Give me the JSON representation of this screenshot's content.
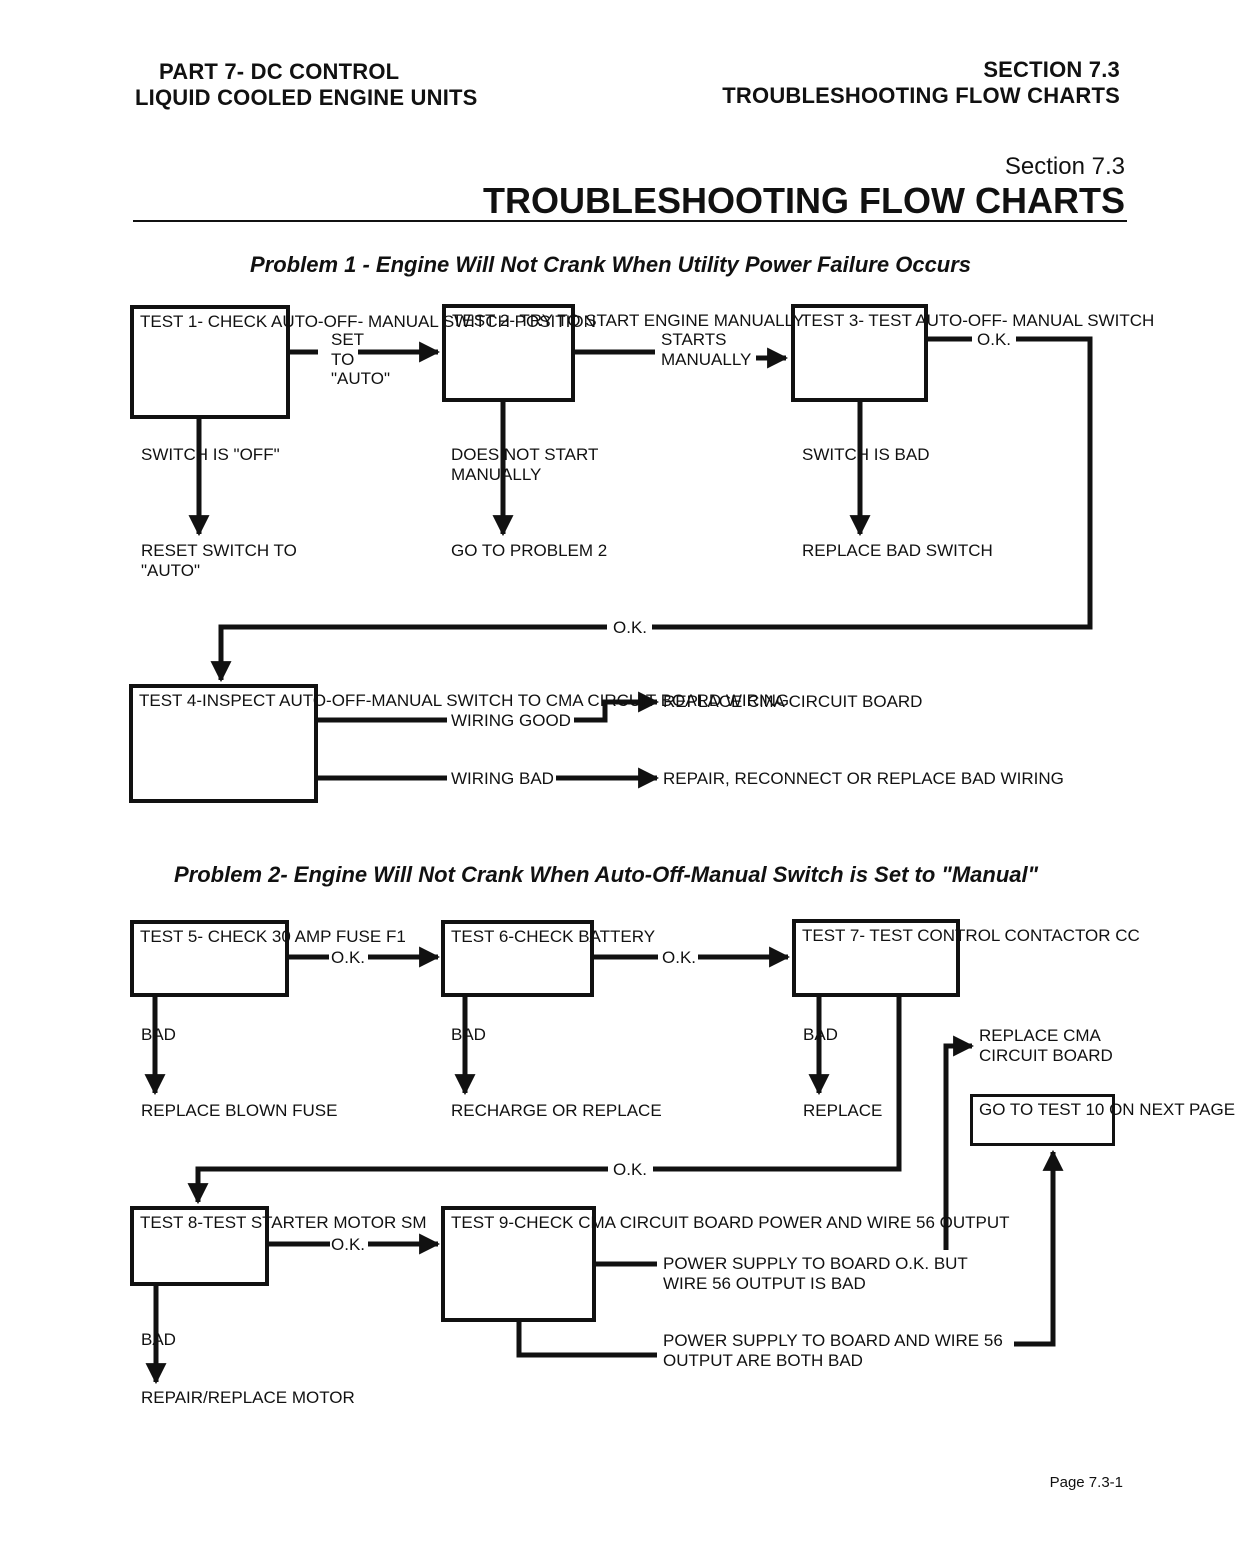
{
  "header": {
    "left": [
      "PART 7- DC CONTROL",
      "LIQUID COOLED ENGINE UNITS"
    ],
    "right": [
      "SECTION 7.3",
      "TROUBLESHOOTING FLOW CHARTS"
    ]
  },
  "section": {
    "label": "Section 7.3",
    "title": "TROUBLESHOOTING FLOW CHARTS"
  },
  "problem1": {
    "title": "Problem 1 - Engine Will Not Crank When Utility Power Failure Occurs",
    "test1": "TEST 1-  CHECK\nAUTO-OFF-\nMANUAL\nSWITCH\nPOSITION",
    "test2": "TEST 2- TRY\nTO START\nENGINE\nMANUALLY",
    "test3": "TEST 3- TEST\nAUTO-OFF-\nMANUAL\nSWITCH",
    "test4": "TEST 4-INSPECT\nAUTO-OFF-MANUAL\nSWITCH TO CMA\nCIRCUIT BOARD\nWIRING",
    "set_to_auto": "SET\nTO\n\"AUTO\"",
    "starts_manually": "STARTS\nMANUALLY",
    "ok_1": "O.K.",
    "switch_off": "SWITCH IS \"OFF\"",
    "does_not_start": "DOES NOT START\nMANUALLY",
    "switch_bad": "SWITCH IS BAD",
    "reset_switch": "RESET SWITCH TO\n\"AUTO\"",
    "go_problem2": "GO TO PROBLEM 2",
    "replace_bad_switch": "REPLACE BAD SWITCH",
    "ok_2": "O.K.",
    "wiring_good": "WIRING GOOD",
    "wiring_bad": "WIRING BAD",
    "replace_cma": "REPLACE CMA CIRCUIT BOARD",
    "repair_wiring": "REPAIR, RECONNECT OR REPLACE BAD WIRING"
  },
  "problem2": {
    "title": "Problem 2- Engine Will Not Crank When Auto-Off-Manual Switch is Set to \"Manual\"",
    "test5": "TEST 5- CHECK\n30 AMP FUSE\nF1",
    "test6": "TEST 6-CHECK\nBATTERY",
    "test7": "TEST 7- TEST\nCONTROL\nCONTACTOR CC",
    "test8": "TEST 8-TEST\nSTARTER\nMOTOR SM",
    "test9": "TEST 9-CHECK\nCMA CIRCUIT\nBOARD POWER\nAND WIRE 56\nOUTPUT",
    "ok_5": "O.K.",
    "ok_6": "O.K.",
    "ok_7": "O.K.",
    "ok_8": "O.K.",
    "bad_5": "BAD",
    "bad_6": "BAD",
    "bad_7": "BAD",
    "bad_8": "BAD",
    "replace_fuse": "REPLACE BLOWN FUSE",
    "recharge": "RECHARGE OR REPLACE",
    "replace_7": "REPLACE",
    "replace_cma": "REPLACE CMA\nCIRCUIT BOARD",
    "go_test10": "GO TO TEST 10\nON NEXT PAGE",
    "power_ok_wire_bad": "POWER SUPPLY TO BOARD O.K. BUT\nWIRE 56 OUTPUT IS BAD",
    "power_both_bad": "POWER SUPPLY TO BOARD AND WIRE 56\nOUTPUT ARE BOTH BAD",
    "repair_motor": "REPAIR/REPLACE MOTOR"
  },
  "footer": {
    "page": "Page 7.3-1"
  }
}
